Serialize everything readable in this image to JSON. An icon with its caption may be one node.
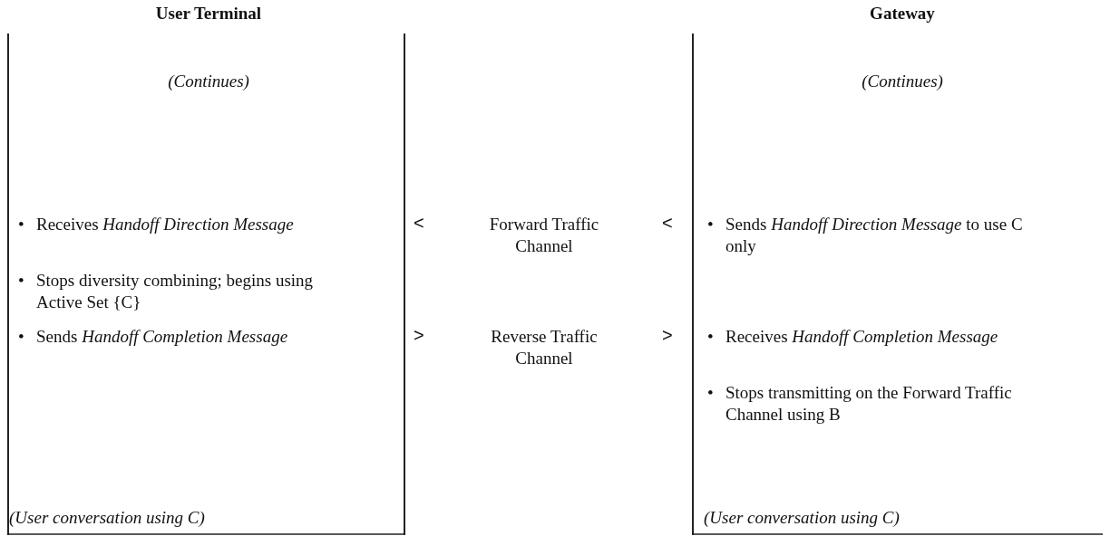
{
  "diagram": {
    "labels": [
      "User Terminal",
      "Gateway",
      "(Continues)",
      "(Continues)",
      "•",
      "Receives *Handoff Direction Message*",
      "<",
      "Forward Traffic Channel",
      "<",
      "•",
      "Sends *Handoff Direction Message* to use C only",
      "•",
      "Stops diversity combining; begins using Active Set {C}",
      "•",
      "Sends *Handoff Completion Message*",
      ">",
      "Reverse Traffic Channel",
      ">",
      "•",
      "Receives *Handoff Completion Message*",
      "•",
      "Stops transmitting on the Forward Traffic Channel using B",
      "(User conversation using C)",
      "(User conversation using C)"
    ]
  }
}
